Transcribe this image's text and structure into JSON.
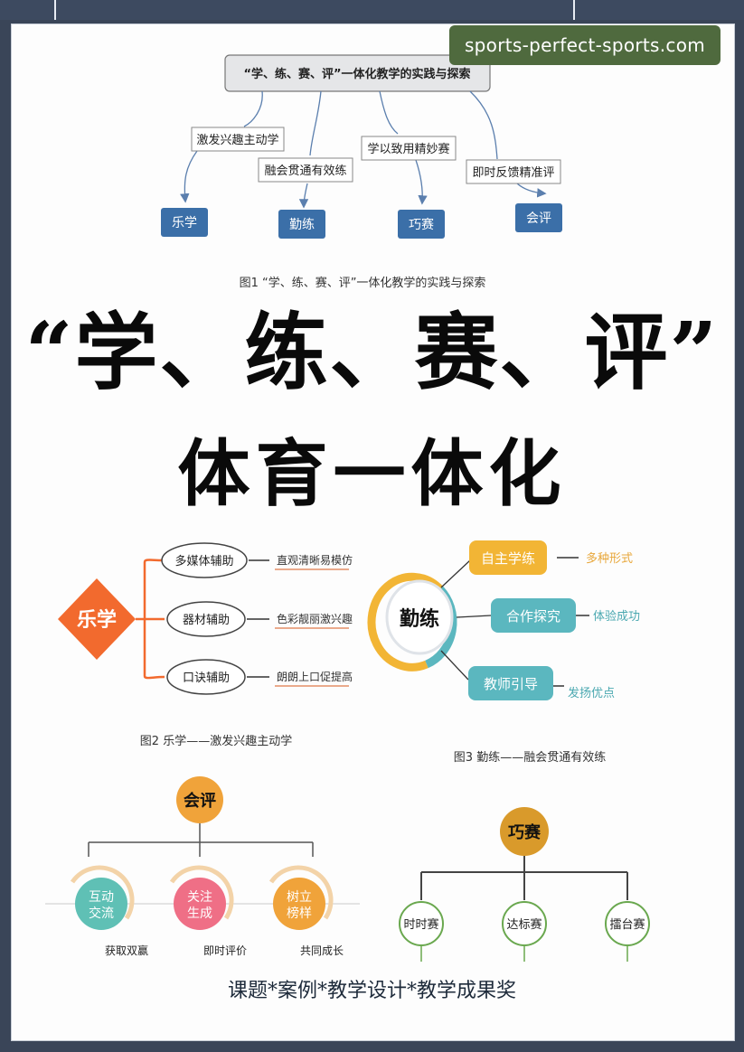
{
  "watermark": "sports-perfect-sports.com",
  "fig1": {
    "root": "“学、练、赛、评”一体化教学的实践与探索",
    "branches": [
      {
        "label": "激发兴趣主动学",
        "target": "乐学"
      },
      {
        "label": "融会贯通有效练",
        "target": "勤练"
      },
      {
        "label": "学以致用精妙赛",
        "target": "巧赛"
      },
      {
        "label": "即时反馈精准评",
        "target": "会评"
      }
    ],
    "caption": "图1 “学、练、赛、评”一体化教学的实践与探索"
  },
  "title": {
    "line1": "“学、练、赛、评”",
    "line2": "体育一体化"
  },
  "fig2": {
    "center": "乐学",
    "items": [
      {
        "name": "多媒体辅助",
        "desc": "直观清晰易模仿"
      },
      {
        "name": "器材辅助",
        "desc": "色彩靓丽激兴趣"
      },
      {
        "name": "口诀辅助",
        "desc": "朗朗上口促提高"
      }
    ],
    "caption": "图2 乐学——激发兴趣主动学"
  },
  "fig3": {
    "center": "勤练",
    "items": [
      {
        "name": "自主学练",
        "desc": "多种形式"
      },
      {
        "name": "合作探究",
        "desc": "体验成功"
      },
      {
        "name": "教师引导",
        "desc": "发扬优点"
      }
    ],
    "caption": "图3 勤练——融会贯通有效练"
  },
  "fig4": {
    "center": "会评",
    "items": [
      {
        "line1": "互动",
        "line2": "交流",
        "desc": "获取双赢"
      },
      {
        "line1": "关注",
        "line2": "生成",
        "desc": "即时评价"
      },
      {
        "line1": "树立",
        "line2": "榜样",
        "desc": "共同成长"
      }
    ]
  },
  "fig5": {
    "center": "巧赛",
    "items": [
      "时时赛",
      "达标赛",
      "擂台赛"
    ]
  },
  "footer": "课题*案例*教学设计*教学成果奖",
  "colors": {
    "fig1_box": "#3b6fa8",
    "fig2_diamond": "#f26a2e",
    "fig3_yellow": "#f2b535",
    "fig3_teal": "#5bb7bf",
    "fig4_orange": "#f0a33a",
    "fig4_pink": "#ef6f86",
    "fig4_teal": "#5fc0b5",
    "fig5_gold": "#d99a2b",
    "fig5_green": "#6aa84f"
  }
}
